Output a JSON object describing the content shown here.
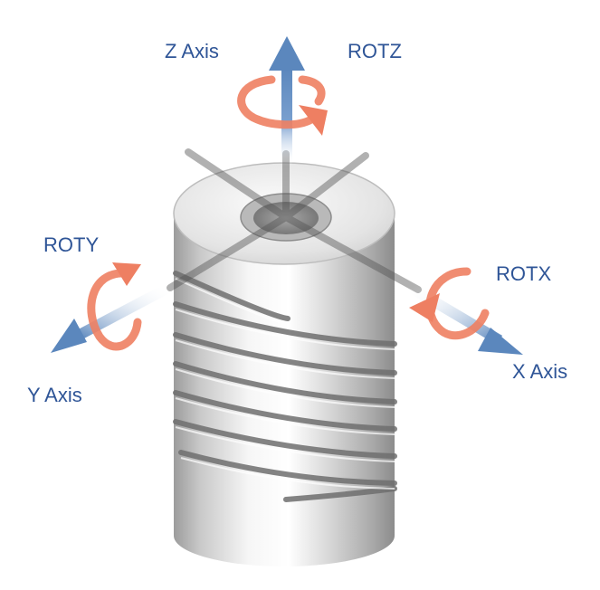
{
  "labels": {
    "z_axis": "Z Axis",
    "rot_z": "ROTZ",
    "rot_y": "ROTY",
    "rot_x": "ROTX",
    "y_axis": "Y Axis",
    "x_axis": "X Axis"
  },
  "colors": {
    "label_text": "#2f5597",
    "axis_arrow": "#5b87bd",
    "rotation_arrow": "#ee7f62",
    "metal_light": "#f2f2f2",
    "metal_dark": "#9a9a9a"
  }
}
